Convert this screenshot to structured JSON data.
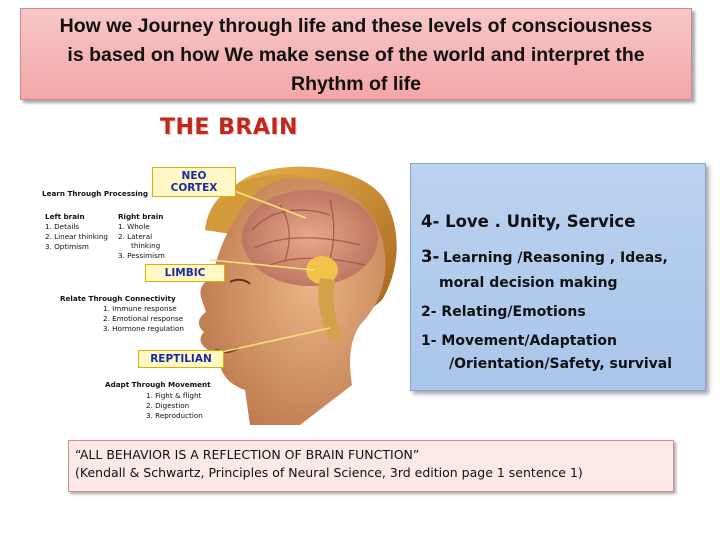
{
  "title": {
    "line1": "How we Journey through life and these levels of consciousness",
    "line2": "is based on how We make sense of the world and interpret the",
    "line3": "Rhythm of life"
  },
  "brain": {
    "heading": "THE BRAIN",
    "labels": {
      "neo_line1": "NEO",
      "neo_line2": "CORTEX",
      "limbic": "LIMBIC",
      "reptilian": "REPTILIAN"
    },
    "processing": {
      "heading": "Learn Through Processing",
      "left_head": "Left brain",
      "left_items": [
        "1. Details",
        "2. Linear thinking",
        "3. Optimism"
      ],
      "right_head": "Right brain",
      "right_items": [
        "1. Whole",
        "2. Lateral",
        "thinking",
        "3. Pessimism"
      ]
    },
    "connectivity": {
      "heading": "Relate Through Connectivity",
      "items": [
        "1. Immune response",
        "2. Emotional response",
        "3. Hormone regulation"
      ]
    },
    "movement": {
      "heading": "Adapt Through Movement",
      "items": [
        "1. Fight & flight",
        "2. Digestion",
        "3. Reproduction"
      ]
    }
  },
  "levels": {
    "l4": "4- Love . Unity, Service",
    "l3_num": "3-",
    "l3_text": "Learning /Reasoning , Ideas,",
    "l3_cont": "moral decision making",
    "l2": "2- Relating/Emotions",
    "l1": "1- Movement/Adaptation",
    "l1_cont": "/Orientation/Safety, survival"
  },
  "quote": {
    "line1": "“ALL BEHAVIOR IS A REFLECTION OF BRAIN FUNCTION”",
    "line2": "(Kendall & Schwartz, Principles of Neural Science, 3rd edition page 1 sentence 1)"
  },
  "colors": {
    "title_bg": "#f3a6a8",
    "brain_heading": "#c0281c",
    "levels_bg": "#a9c5ea",
    "quote_bg": "#fbe9e7",
    "label_text": "#1b2b9e"
  }
}
